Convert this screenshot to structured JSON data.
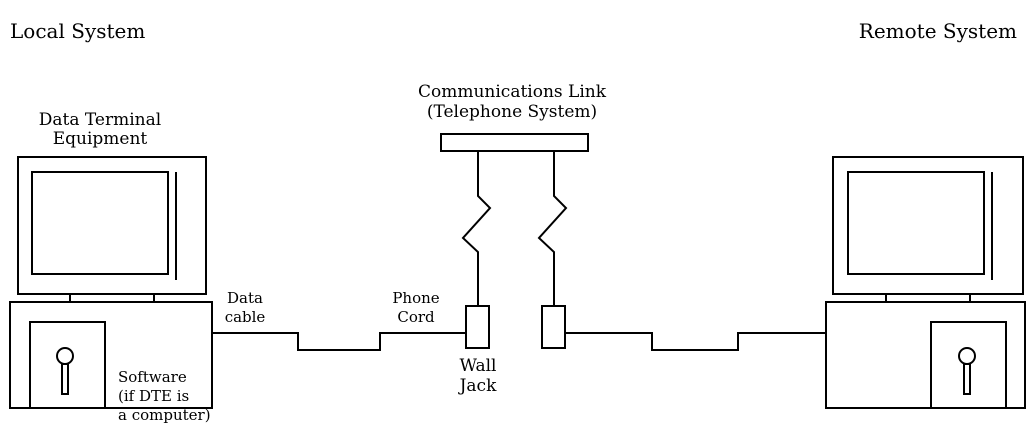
{
  "headers": {
    "local_system": "Local System",
    "remote_system": "Remote System"
  },
  "labels": {
    "dte_line1": "Data Terminal",
    "dte_line2": "Equipment",
    "comm_line1": "Communications Link",
    "comm_line2": "(Telephone System)",
    "data_cable_line1": "Data",
    "data_cable_line2": "cable",
    "phone_cord_line1": "Phone",
    "phone_cord_line2": "Cord",
    "wall_jack_line1": "Wall",
    "wall_jack_line2": "Jack",
    "software_line1": "Software",
    "software_line2": "(if DTE is",
    "software_line3": "a computer)"
  }
}
